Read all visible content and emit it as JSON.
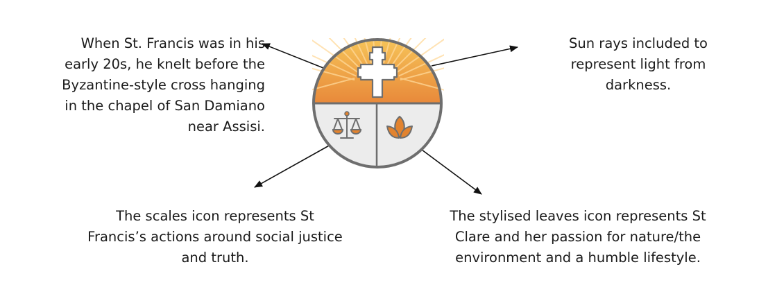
{
  "captions": {
    "cross": [
      "When St. Francis was in his",
      "early 20s, he knelt before the",
      "Byzantine-style cross hanging",
      "in the chapel of San Damiano",
      "near Assisi."
    ],
    "sun": [
      "Sun rays included to",
      "represent light from",
      "darkness."
    ],
    "scales": [
      "The scales icon represents St",
      "Francis’s actions around social justice",
      "and truth."
    ],
    "leaves": [
      "The stylised leaves icon represents St",
      "Clare and her passion for nature/the",
      "environment and a humble lifestyle."
    ]
  },
  "emblem": {
    "icons": [
      "cross-icon",
      "sun-rays-icon",
      "scales-icon",
      "leaves-icon"
    ],
    "colors": {
      "sun_top": "#f6c358",
      "sun_bottom": "#e8893a",
      "lower_fill": "#ececec",
      "outline": "#6e6e6e",
      "cross_fill": "#ffffff",
      "accent": "#e2832f"
    }
  }
}
